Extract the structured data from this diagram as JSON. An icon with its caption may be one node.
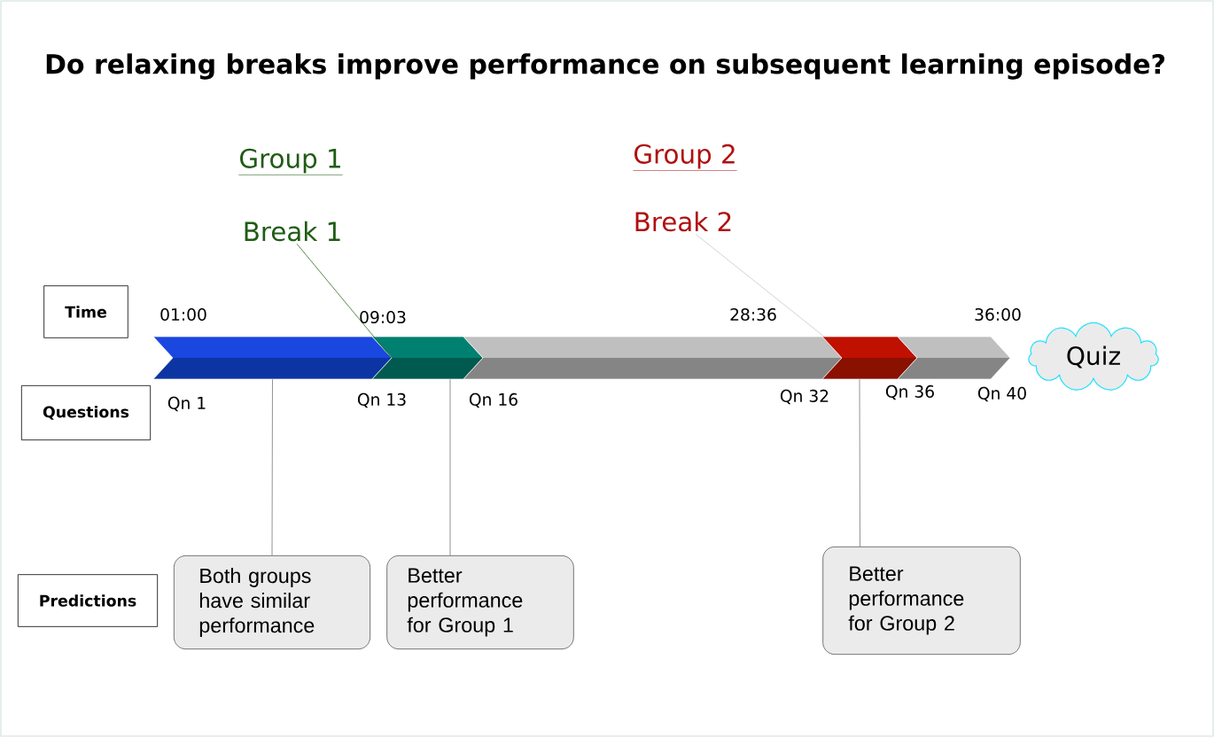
{
  "diagram": {
    "title": "Do relaxing breaks improve performance on subsequent learning episode?",
    "nodes": [
      {
        "text": [
          "Time"
        ]
      },
      {
        "text": [
          "Questions"
        ]
      },
      {
        "text": [
          "Predictions"
        ]
      },
      {
        "text": [
          "Break 1"
        ]
      },
      {
        "text": [
          "Break 2"
        ]
      },
      {
        "text": [],
        "shape": "bar"
      },
      {
        "text": [],
        "shape": "bar"
      },
      {
        "text": [],
        "shape": "bar"
      },
      {
        "text": [],
        "shape": "bar"
      },
      {
        "text": [],
        "shape": "bar"
      },
      {
        "text": [
          "Quiz"
        ]
      },
      {
        "text": [
          "Both groups have similar performance"
        ]
      },
      {
        "text": [
          "Better performance for Group 1"
        ]
      },
      {
        "text": [
          "Better performance for Group 2"
        ]
      }
    ],
    "edges": [
      {
        "from": 3,
        "to": 6,
        "arrow": "none",
        "color": "#2e6b1e"
      },
      {
        "from": 4,
        "to": 8,
        "arrow": "none",
        "color": "#c8c8c8"
      },
      {
        "from": 5,
        "to": 11,
        "arrow": "none"
      },
      {
        "from": 6,
        "to": 12,
        "arrow": "none"
      },
      {
        "from": 8,
        "to": 13,
        "arrow": "none"
      }
    ],
    "labels": [
      "Group 1",
      "Group 2",
      "01:00",
      "09:03",
      "28:36",
      "36:00",
      "Qn 1",
      "Qn 13",
      "Qn 16",
      "Qn 32",
      "Qn 36",
      "Qn 40"
    ]
  }
}
